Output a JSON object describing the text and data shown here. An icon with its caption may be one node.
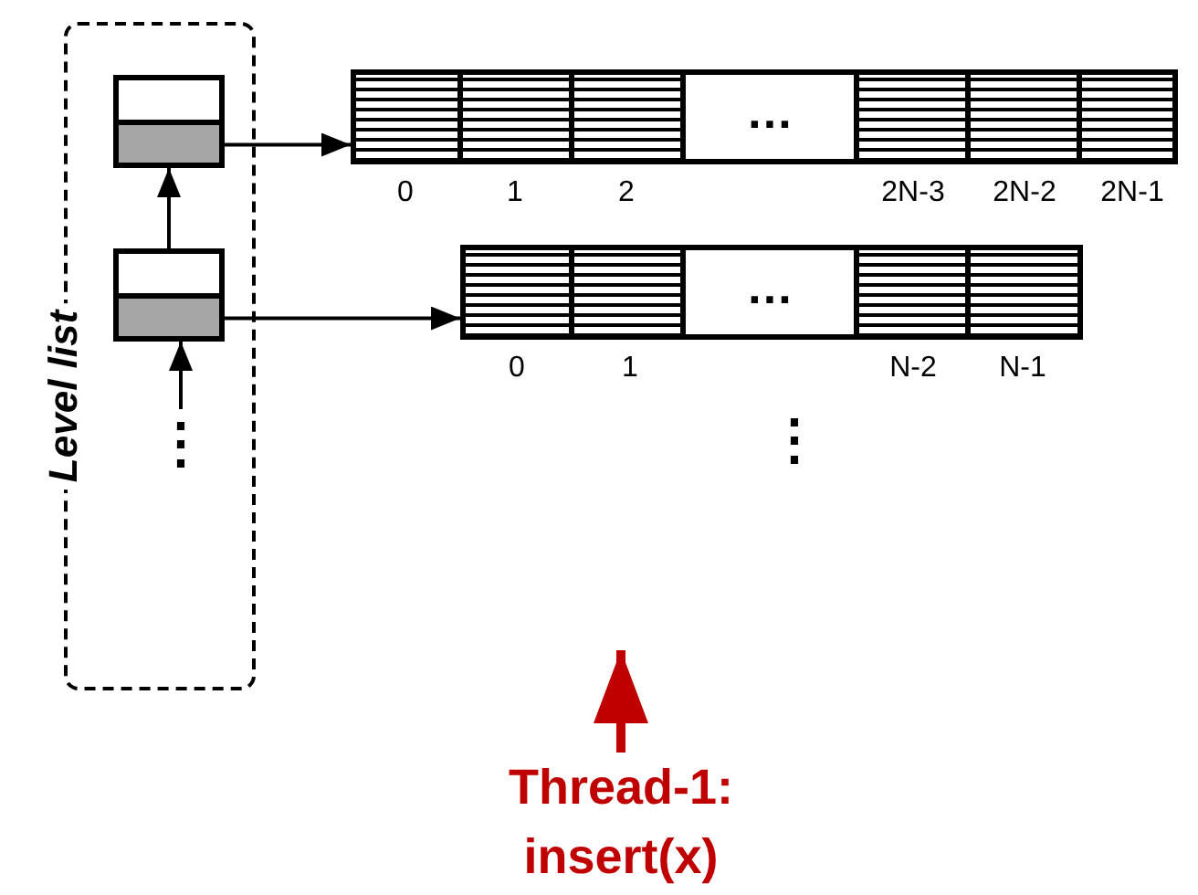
{
  "diagram": {
    "nodes": [
      {
        "text": [
          "Level list"
        ]
      },
      {
        "text": [],
        "shape": "box",
        "in": 0
      },
      {
        "text": [],
        "shape": "box",
        "in": 0
      },
      {
        "text": [
          "⋮"
        ],
        "in": 0
      },
      {
        "text": [
          "…"
        ]
      },
      {
        "text": [
          "…"
        ]
      },
      {
        "text": [
          "Thread-1: insert(x)"
        ]
      }
    ],
    "edges": [
      {
        "from": 3,
        "to": 2,
        "arrow": "to"
      },
      {
        "from": 2,
        "to": 1,
        "arrow": "to"
      },
      {
        "from": 1,
        "to": 4,
        "arrow": "to"
      },
      {
        "from": 2,
        "to": 5,
        "arrow": "to"
      },
      {
        "from": 6,
        "to": null,
        "arrow": "to",
        "style": "thick",
        "color": "#c00000"
      }
    ],
    "labels": [
      "0",
      "1",
      "2",
      "2N-3",
      "2N-2",
      "2N-1",
      "0",
      "1",
      "N-2",
      "N-1",
      "⋮"
    ]
  }
}
